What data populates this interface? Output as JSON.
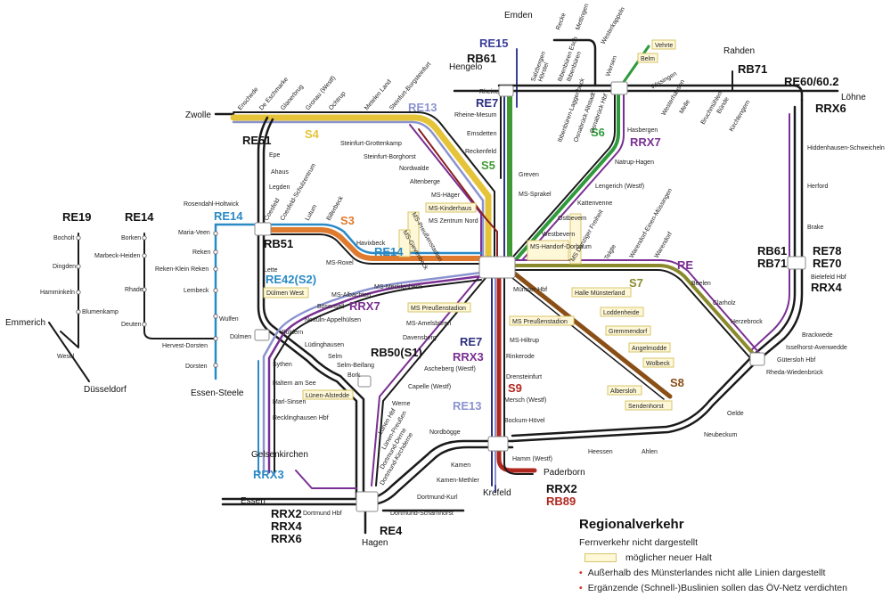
{
  "legend": {
    "title": "Regionalverkehr",
    "subtitle": "Fernverkehr nicht dargestellt",
    "new_stop": "möglicher neuer Halt",
    "note1": "Außerhalb des Münsterlandes nicht alle Linien dargestellt",
    "note2": "Ergänzende (Schnell-)Buslinien sollen das ÖV-Netz verdichten"
  },
  "colors": {
    "black": "#1a1a1a",
    "s4": "#e5c43a",
    "s5": "#3f9a34",
    "s6": "#2f9a3c",
    "s7": "#8a8a2c",
    "s8": "#8a4f16",
    "s9": "#b0271f",
    "re13": "#8b93cf",
    "re14": "#2a8ac6",
    "rrx": "#7a2f92",
    "re7": "#2d2f7f",
    "new_stop_fill": "#fff8d8",
    "new_stop_stroke": "#d7c56a"
  },
  "cities": {
    "zwolle": "Zwolle",
    "emden": "Emden",
    "hengelo": "Hengelo",
    "rahden": "Rahden",
    "loehne": "Löhne",
    "emmerich": "Emmerich",
    "duesseldorf": "Düsseldorf",
    "essen_steele": "Essen-Steele",
    "gelsenkirchen": "Gelsenkirchen",
    "essen": "Essen",
    "hagen": "Hagen",
    "krefeld": "Krefeld",
    "paderborn": "Paderborn"
  },
  "lines": {
    "re15": "RE15",
    "rb61_north": "RB61",
    "re7_north": "RE7",
    "re13_top": "RE13",
    "s4": "S4",
    "re51": "RE51",
    "s5": "S5",
    "s6": "S6",
    "rrx7_ne": "RRX7",
    "rb71_top": "RB71",
    "re60": "RE60/60.2",
    "rrx6_top": "RRX6",
    "re19": "RE19",
    "re14_left": "RE14",
    "re14_mid": "RE14",
    "re14_west": "RE14",
    "s3": "S3",
    "rb51": "RB51",
    "re42": "RE42(S2)",
    "rrx7_w": "RRX7",
    "re_right": "RE",
    "s7": "S7",
    "rb61_right": "RB61",
    "rb71_right": "RB71",
    "re78": "RE78",
    "re70": "RE70",
    "rrx4_right": "RRX4",
    "rb50": "RB50(S1)",
    "re7_mid": "RE7",
    "rrx3_mid": "RRX3",
    "s9": "S9",
    "re13_mid": "RE13",
    "s8": "S8",
    "rrx3_left": "RRX3",
    "rrx2_b": "RRX2",
    "rrx4_b": "RRX4",
    "rrx6_b": "RRX6",
    "re4": "RE4",
    "rrx2_pb": "RRX2",
    "rb89": "RB89"
  },
  "stations": {
    "enschede": "Enschede",
    "deeschmarke": "De Eschmarke",
    "glanerbrug": "Glanerbrug",
    "gronau": "Gronau (Westf)",
    "ochtrup": "Ochtrup",
    "metelen": "Metelen Land",
    "steinfurt_burg": "Steinfurt-Burgsteinfurt",
    "salzbergen": "Salzbergen",
    "hoerstel": "Hörstel",
    "recke": "Recke",
    "mettingen": "Mettingen",
    "westerkappeln": "Westerkappeln",
    "vehrte": "Vehrte",
    "belm": "Belm",
    "ibbenbueren_esch": "Ibbenbüren Esch",
    "ibbenbueren": "Ibbenbüren",
    "ibb_laggenbeck": "Ibbenbüren-Laggenbeck",
    "os_altstadt": "Osnabrück Altstadt",
    "wersen": "Wersen",
    "os_hbf": "Osnabrück Hbf",
    "wissingen": "Wissingen",
    "westerhausen": "Westerhausen",
    "melle": "Melle",
    "bruchmuehlen": "Bruchmühlen",
    "buende": "Bünde",
    "kirchlengern": "Kirchlengern",
    "rheine": "Rheine",
    "rheine_mesum": "Rheine-Mesum",
    "emsdetten": "Emsdetten",
    "reckenfeld": "Reckenfeld",
    "greven": "Greven",
    "ms_sprakel": "MS-Sprakel",
    "hasbergen": "Hasbergen",
    "natrup": "Natrup-Hagen",
    "lengerich": "Lengerich (Westf)",
    "kattenvenne": "Kattenvenne",
    "ostbevern": "Ostbevern",
    "westbevern": "Westbevern",
    "hiddenhausen": "Hiddenhausen-Schweicheln",
    "herford": "Herford",
    "brake": "Brake",
    "bielefeld": "Bielefeld Hbf",
    "steinfurt_grotte": "Steinfurt-Grottenkamp",
    "steinfurt_borg": "Steinfurt-Borghorst",
    "nordwalde": "Nordwalde",
    "altenberge": "Altenberge",
    "ms_haeger": "MS-Häger",
    "ms_kinderhaus": "MS-Kinderhaus",
    "ms_zentrum_nord": "MS Zentrum Nord",
    "ms_preussen": "MS-Preußenstadion",
    "ms_gievenbeck": "MS-Gievenbeck",
    "ms_handorf": "MS-Handorf-Dorbaum",
    "ms_danziger": "MS Danziger Freiheit",
    "telgte": "Telgte",
    "warendorf_einen": "Warendorf-Einen-Müssingen",
    "warendorf": "Warendorf",
    "beelen": "Beelen",
    "clarholz": "Clarholz",
    "herzebrock": "Herzebrock",
    "brackwede": "Brackwede",
    "isselhorst": "Isselhorst-Avenwedde",
    "guetersloh": "Gütersloh Hbf",
    "rheda": "Rheda-Wiedenbrück",
    "oelde": "Oelde",
    "neubeckum": "Neubeckum",
    "ahlen": "Ahlen",
    "heessen": "Heessen",
    "hamm": "Hamm (Westf)",
    "bockum": "Bockum-Hövel",
    "mersch": "Mersch (Westf)",
    "drensteinfurt": "Drensteinfurt",
    "rinkerode": "Rinkerode",
    "ms_hiltrup": "MS-Hiltrup",
    "ms_preussen_s": "MS Preußenstadion",
    "ms_hbf": "Münster Hbf",
    "halle_ml": "Halle Münsterland",
    "loddenheide": "Loddenheide",
    "gremmendorf": "Gremmendorf",
    "angelmodde": "Angelmodde",
    "wolbeck": "Wolbeck",
    "albersloh": "Albersloh",
    "sendenhorst": "Sendenhorst",
    "epe": "Epe",
    "ahaus": "Ahaus",
    "legden": "Legden",
    "coesfeld": "Coesfeld",
    "coesfeld_schulz": "Coesfeld-Schulzentrum",
    "lutum": "Lutum",
    "billerbeck": "Billerbeck",
    "rosendahl": "Rosendahl-Holtwick",
    "havixbeck": "Havixbeck",
    "ms_roxel": "MS-Roxel",
    "ms_mecklenbeck": "MS-Mecklenbeck",
    "ms_albachten": "MS-Albachten",
    "boesensell": "Bösensell",
    "nottuln": "Nottuln-Appelhülsen",
    "lette": "Lette",
    "duelmen_west": "Dülmen West",
    "duelmen": "Dülmen",
    "buldern": "Buldern",
    "luedinghausen": "Lüdinghausen",
    "selm": "Selm",
    "selm_beifang": "Selm-Beifang",
    "bork": "Bork",
    "sythen": "Sythen",
    "haltern": "Haltern am See",
    "marl_sinsen": "Marl-Sinsen",
    "recklinghausen": "Recklinghausen Hbf",
    "luenen_alstedde": "Lünen-Alstedde",
    "ms_preussenstadion_w": "MS Preußenstadion",
    "ms_amelsbueren": "MS-Amelsbüren",
    "davensberg": "Davensberg",
    "ascheberg": "Ascheberg (Westf)",
    "capelle": "Capelle (Westf)",
    "werne": "Werne",
    "luenen_hbf": "Lünen Hbf",
    "luenen_preussen": "Lünen-Preußen",
    "dortmund_derne": "Dortmund-Derne",
    "dortmund_kirchderne": "Dortmund-Kirchderne",
    "nordboegge": "Nordbögge",
    "kamen": "Kamen",
    "kamen_methler": "Kamen-Methler",
    "dortmund_kurl": "Dortmund-Kurl",
    "dortmund_scharnhorst": "Dortmund-Scharnhorst",
    "dortmund_hbf": "Dortmund Hbf",
    "maria_veen": "Maria-Veen",
    "reken": "Reken",
    "reken_klein": "Reken-Klein Reken",
    "lembeck": "Lembeck",
    "wulfen": "Wulfen",
    "hervest": "Hervest-Dorsten",
    "dorsten": "Dorsten",
    "borken": "Borken",
    "marbeck": "Marbeck-Heiden",
    "rhade": "Rhade",
    "deuten": "Deuten",
    "bocholt": "Bocholt",
    "dingden": "Dingden",
    "hamminkeln": "Hamminkeln",
    "blumenkamp": "Blumenkamp",
    "wesel": "Wesel"
  }
}
